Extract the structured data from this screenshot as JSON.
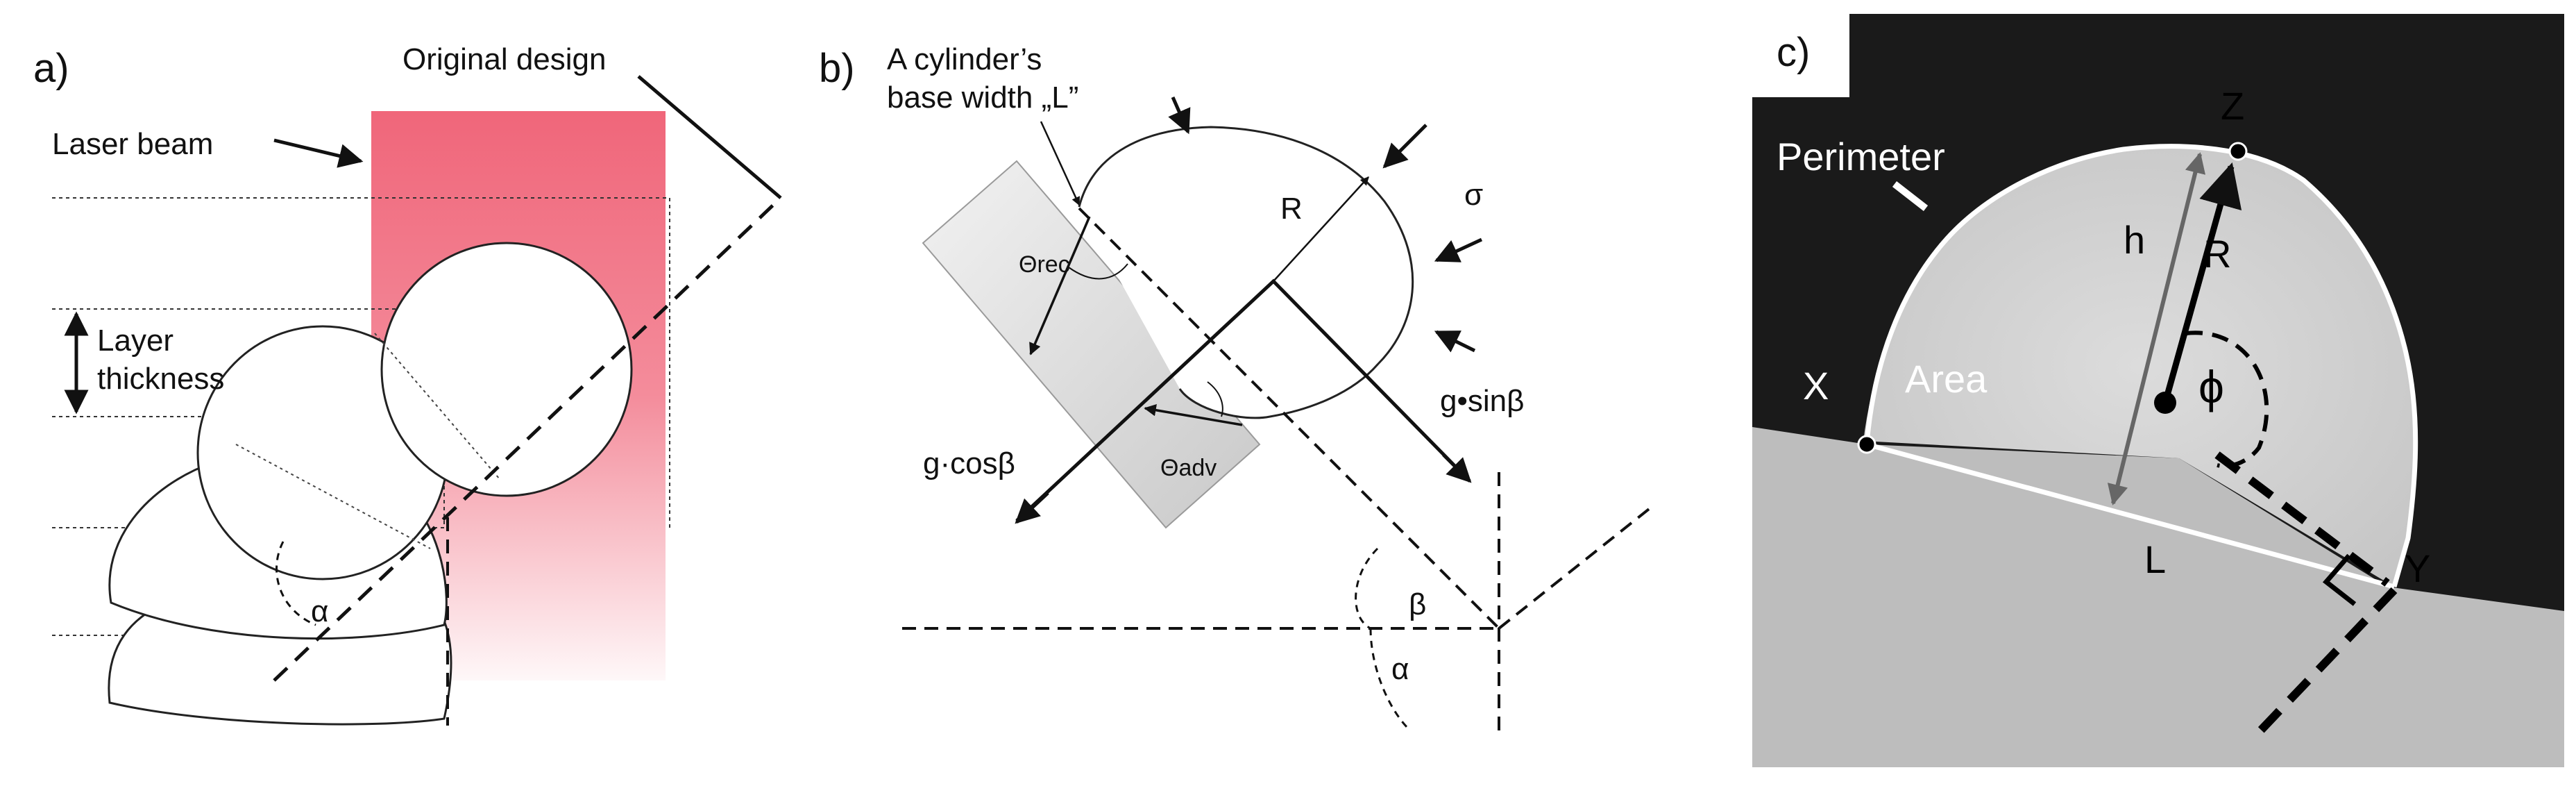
{
  "panel_a": {
    "letter": "a)",
    "original_design": "Original design",
    "laser_beam": "Laser beam",
    "layer_line1": "Layer",
    "layer_line2": "thickness",
    "alpha": "α",
    "beam_color": "#f0667a"
  },
  "panel_b": {
    "letter": "b)",
    "cylinder_line1": "A cylinder’s",
    "cylinder_line2": "base width „L”",
    "radius": "R",
    "sigma": "σ",
    "theta_rec": "Θrec",
    "theta_adv": "Θadv",
    "g_cos": "g·cosβ",
    "g_sin": "g•sinβ",
    "beta": "β",
    "alpha": "α"
  },
  "panel_c": {
    "letter": "c)",
    "perimeter": "Perimeter",
    "z": "Z",
    "h": "h",
    "r": "R",
    "x": "X",
    "area": "Area",
    "phi": "ϕ",
    "l": "L",
    "y": "Y"
  }
}
